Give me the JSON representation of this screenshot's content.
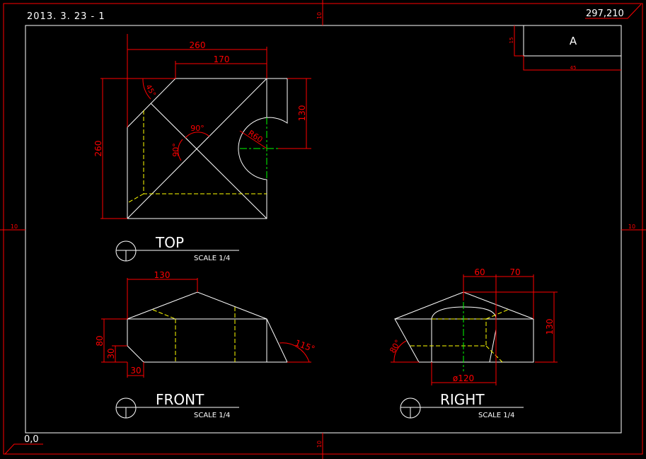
{
  "sheet": {
    "header_text": "2013. 3. 23 - 1",
    "top_right_coord": "297,210",
    "bottom_left_coord": "0,0",
    "margin_labels": [
      "10",
      "10",
      "10",
      "10"
    ],
    "title_block": {
      "label": "A",
      "height_dim": "15",
      "width_dim": "45"
    }
  },
  "views": {
    "top": {
      "title": "TOP",
      "scale": "SCALE 1/4",
      "dims": {
        "width_total": "260",
        "width_top": "170",
        "height_left": "260",
        "height_right": "130",
        "angle_chamfer": "45°",
        "angle_a": "90°",
        "angle_b": "90°",
        "radius": "R60"
      }
    },
    "front": {
      "title": "FRONT",
      "scale": "SCALE 1/4",
      "dims": {
        "apex": "130",
        "height": "80",
        "chamfer_v": "30",
        "chamfer_h": "30",
        "angle": "115°"
      }
    },
    "right": {
      "title": "RIGHT",
      "scale": "SCALE 1/4",
      "dims": {
        "left": "60",
        "right": "70",
        "height": "130",
        "diameter": "ø120",
        "angle": "80°"
      }
    }
  },
  "colors": {
    "object": "#ffffff",
    "dimension": "#ff0000",
    "hidden": "#ffff00",
    "center": "#00ff00"
  }
}
